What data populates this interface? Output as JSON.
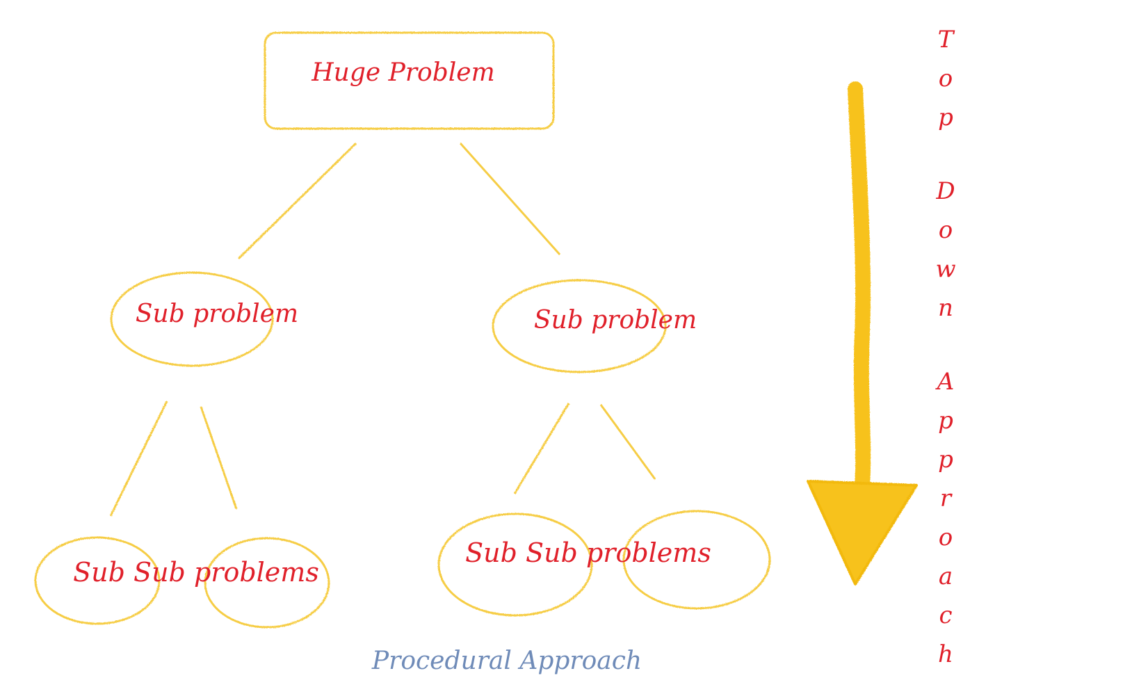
{
  "root": {
    "label": "Huge Problem"
  },
  "sub_problems": [
    {
      "label": "Sub problem"
    },
    {
      "label": "Sub problem"
    }
  ],
  "sub_sub_problems": [
    {
      "label": "Sub Sub problems"
    },
    {
      "label": "Sub Sub problems"
    }
  ],
  "caption": "Procedural Approach",
  "side_label": "Top Down Approach",
  "colors": {
    "shape_stroke": "#f6cd45",
    "arrow": "#f7c21a",
    "label_text": "#e0202a",
    "caption_text": "#6f8bb8"
  }
}
